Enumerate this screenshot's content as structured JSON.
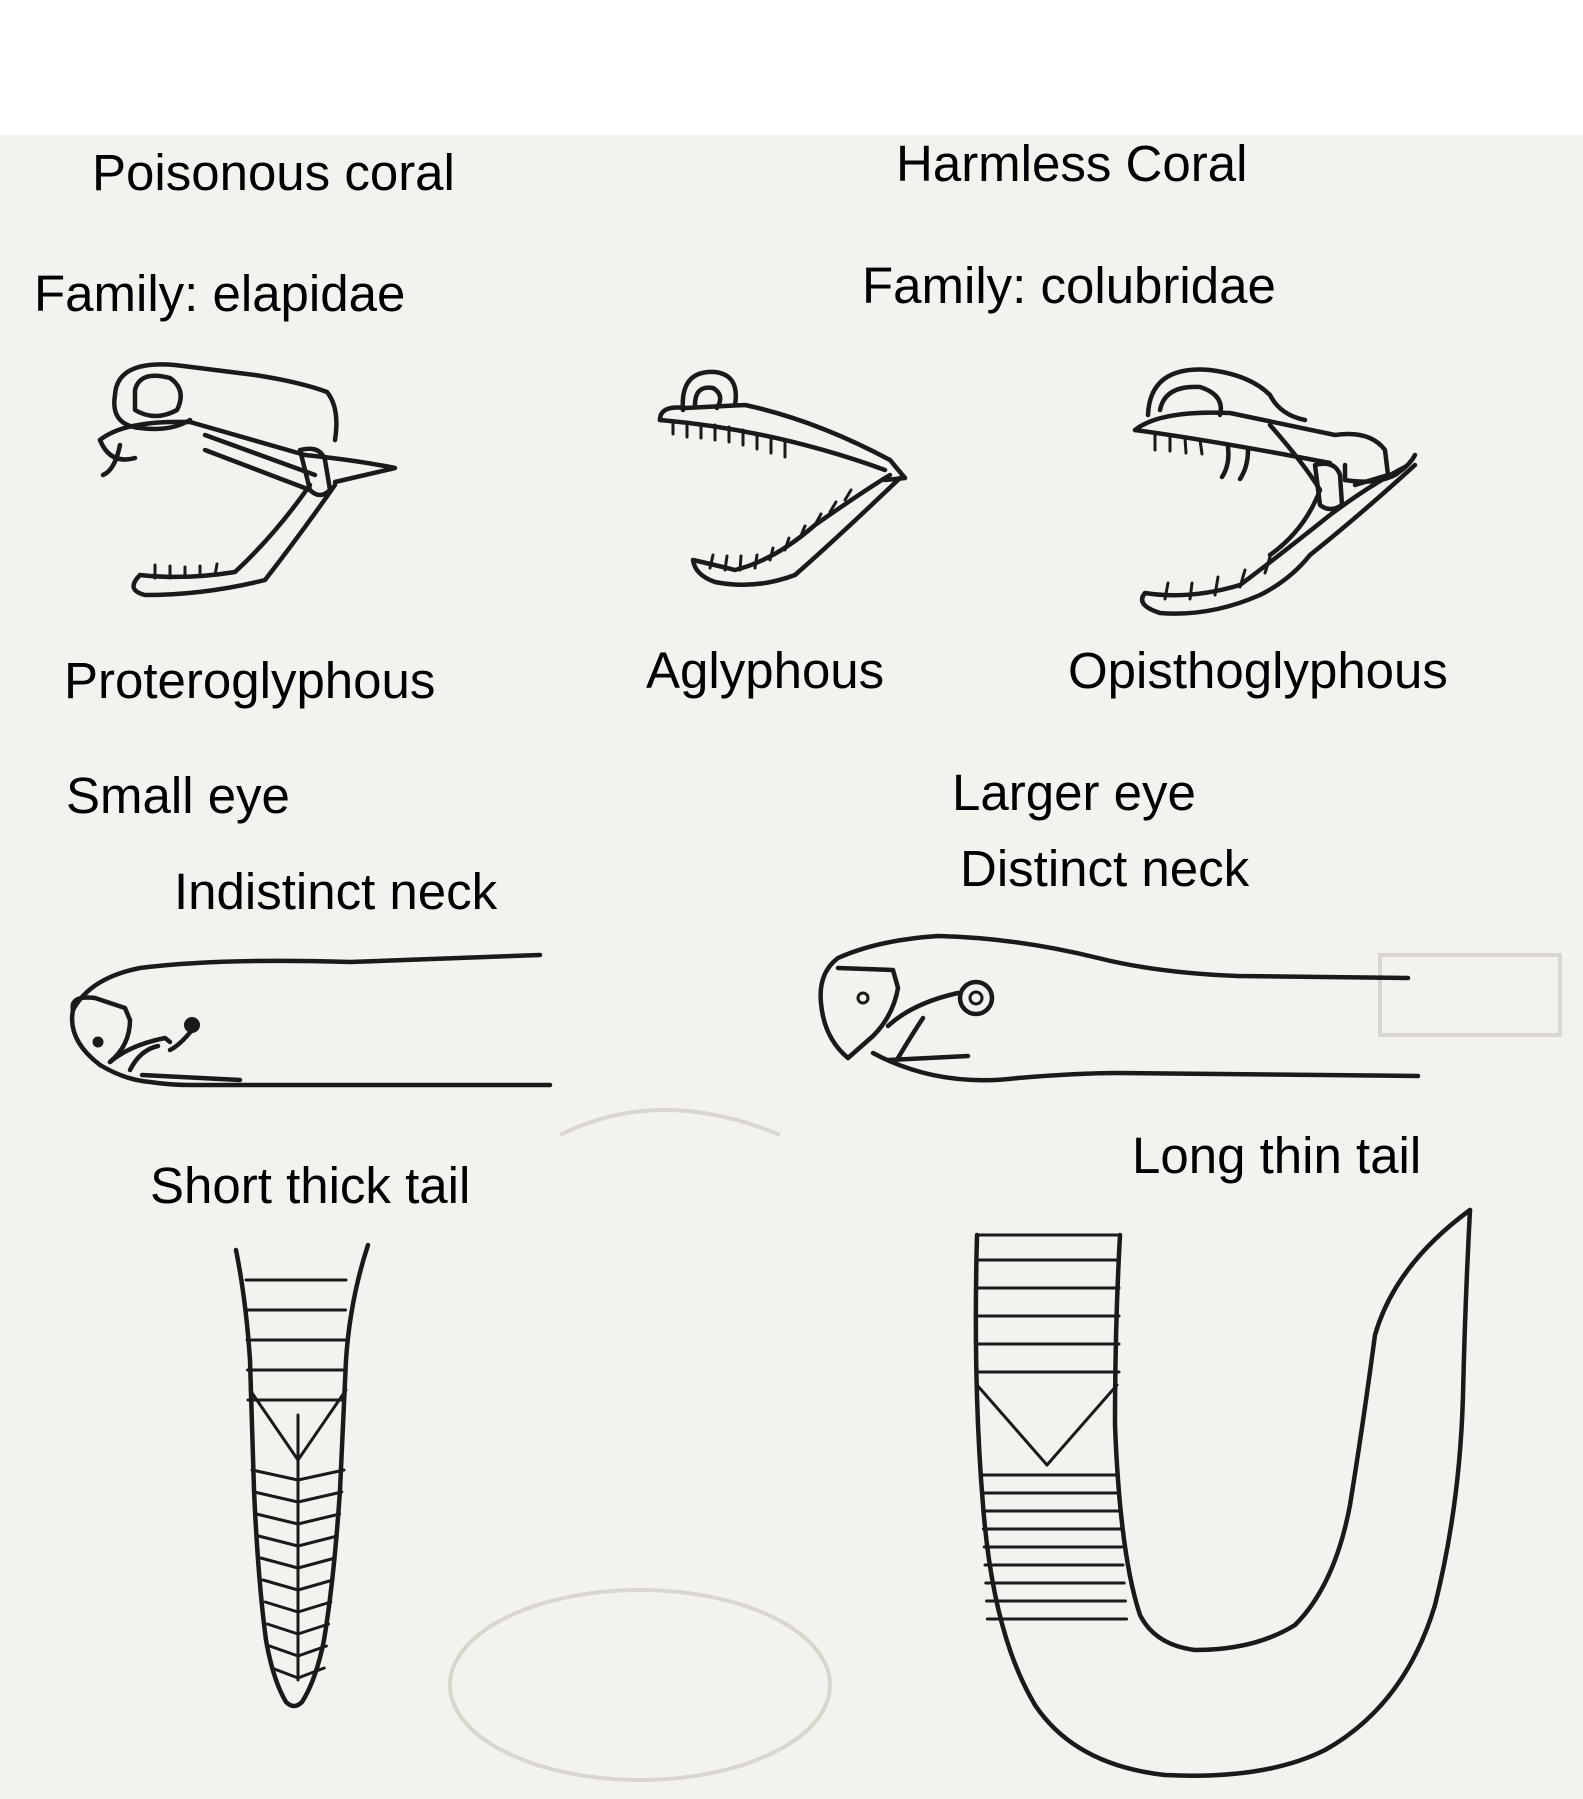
{
  "left_column": {
    "title": "Poisonous coral",
    "family": "Family: elapidae",
    "fang_label": "Proteroglyphous",
    "eye_label": "Small eye",
    "neck_label": "Indistinct neck",
    "tail_label": "Short thick tail"
  },
  "right_column": {
    "title": "Harmless Coral",
    "family": "Family: colubridae",
    "fang_label_1": "Aglyphous",
    "fang_label_2": "Opisthoglyphous",
    "eye_label": "Larger eye",
    "neck_label": "Distinct neck",
    "tail_label": "Long thin tail"
  },
  "colors": {
    "ink": "#1a1a1a",
    "paper": "#f4f2ee",
    "background": "#ffffff"
  }
}
